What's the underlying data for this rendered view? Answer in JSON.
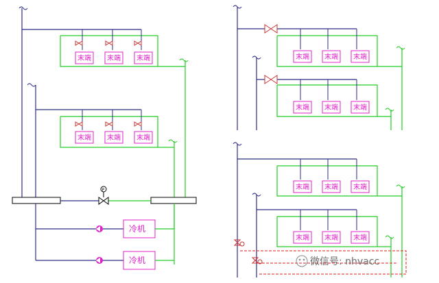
{
  "terminal_label": "末端",
  "chiller_label": "冷机",
  "pressure_gauge_label": "P",
  "watermark": "微信号: nhvacc",
  "colors": {
    "supply_pipe": "#2a2a88",
    "return_pipe": "#22cc22",
    "terminal": "#e020c8",
    "valve": "#c83232",
    "pump": "#e020c8",
    "bypass_dashed": "#dd2222",
    "header": "#000000"
  }
}
